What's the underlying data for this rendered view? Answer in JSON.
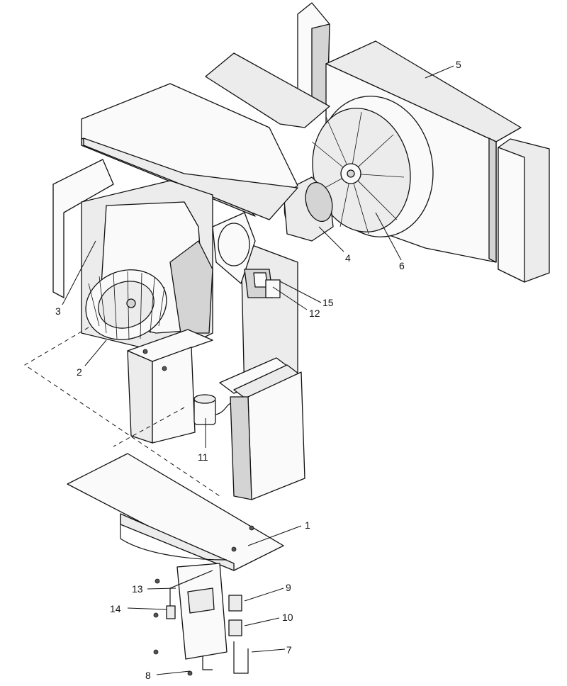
{
  "diagram": {
    "callouts": [
      {
        "id": "c1",
        "label": "1"
      },
      {
        "id": "c2",
        "label": "2"
      },
      {
        "id": "c3",
        "label": "3"
      },
      {
        "id": "c4",
        "label": "4"
      },
      {
        "id": "c5",
        "label": "5"
      },
      {
        "id": "c6",
        "label": "6"
      },
      {
        "id": "c7",
        "label": "7"
      },
      {
        "id": "c8",
        "label": "8"
      },
      {
        "id": "c9",
        "label": "9"
      },
      {
        "id": "c10",
        "label": "10"
      },
      {
        "id": "c11",
        "label": "11"
      },
      {
        "id": "c12",
        "label": "12"
      },
      {
        "id": "c13",
        "label": "13"
      },
      {
        "id": "c14",
        "label": "14"
      },
      {
        "id": "c15",
        "label": "15"
      }
    ]
  }
}
